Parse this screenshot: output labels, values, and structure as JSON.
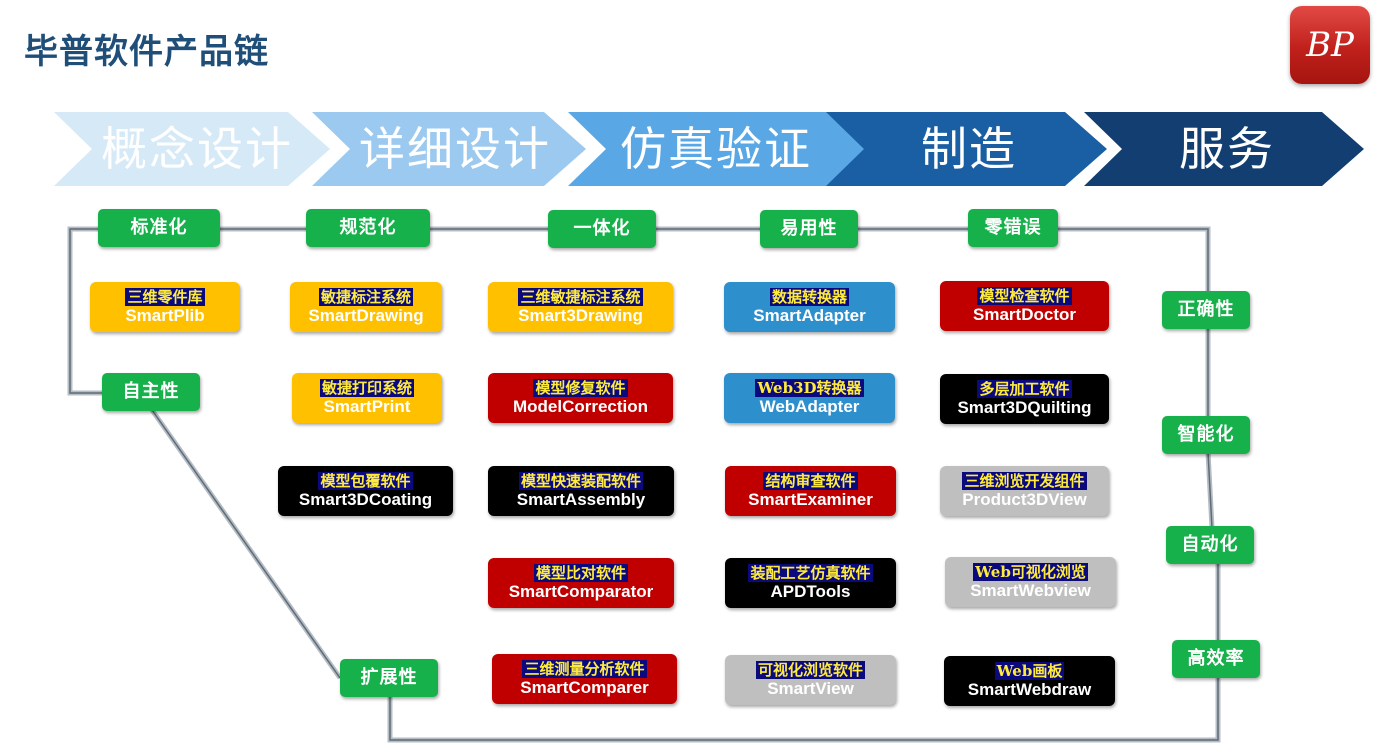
{
  "header": {
    "title": "毕普软件产品链",
    "logo_text": "BP"
  },
  "stages": [
    {
      "label": "概念设计",
      "fill": "#d6e9f7",
      "text_color": "#ffffff"
    },
    {
      "label": "详细设计",
      "fill": "#9cc9ef",
      "text_color": "#ffffff"
    },
    {
      "label": "仿真验证",
      "fill": "#5aa7e6",
      "text_color": "#ffffff"
    },
    {
      "label": "制造",
      "fill": "#1a5ea3",
      "text_color": "#ffffff"
    },
    {
      "label": "服务",
      "fill": "#123e71",
      "text_color": "#ffffff"
    }
  ],
  "tags": {
    "standardization": "标准化",
    "normalization": "规范化",
    "integration": "一体化",
    "usability": "易用性",
    "zero_error": "零错误",
    "autonomy": "自主性",
    "extensibility": "扩展性",
    "correctness": "正确性",
    "intelligence": "智能化",
    "automation": "自动化",
    "efficiency": "高效率"
  },
  "colors": {
    "yellow": "#ffc000",
    "blue": "#2e8fcd",
    "red": "#c00000",
    "black": "#000000",
    "gray": "#bfbfbf",
    "green": "#16b14b"
  },
  "products": [
    {
      "cn": "三维零件库",
      "en": "SmartPlib",
      "color": "yellow"
    },
    {
      "cn": "敏捷标注系统",
      "en": "SmartDrawing",
      "color": "yellow"
    },
    {
      "cn": "三维敏捷标注系统",
      "en": "Smart3Drawing",
      "color": "yellow"
    },
    {
      "cn": "数据转换器",
      "en": "SmartAdapter",
      "color": "blue"
    },
    {
      "cn": "模型检查软件",
      "en": "SmartDoctor",
      "color": "red"
    },
    {
      "cn": "敏捷打印系统",
      "en": "SmartPrint",
      "color": "yellow"
    },
    {
      "cn": "模型修复软件",
      "en": "ModelCorrection",
      "color": "red"
    },
    {
      "cn": "Web3D转换器",
      "en": "WebAdapter",
      "color": "blue"
    },
    {
      "cn": "多层加工软件",
      "en": "Smart3DQuilting",
      "color": "black"
    },
    {
      "cn": "模型包覆软件",
      "en": "Smart3DCoating",
      "color": "black"
    },
    {
      "cn": "模型快速装配软件",
      "en": "SmartAssembly",
      "color": "black"
    },
    {
      "cn": "结构审查软件",
      "en": "SmartExaminer",
      "color": "red"
    },
    {
      "cn": "三维浏览开发组件",
      "en": "Product3DView",
      "color": "gray"
    },
    {
      "cn": "模型比对软件",
      "en": "SmartComparator",
      "color": "red"
    },
    {
      "cn": "装配工艺仿真软件",
      "en": "APDTools",
      "color": "black"
    },
    {
      "cn": "Web可视化浏览",
      "en": "SmartWebview",
      "color": "gray"
    },
    {
      "cn": "三维测量分析软件",
      "en": "SmartComparer",
      "color": "red"
    },
    {
      "cn": "可视化浏览软件",
      "en": "SmartView",
      "color": "gray"
    },
    {
      "cn": "Web画板",
      "en": "SmartWebdraw",
      "color": "black"
    }
  ]
}
